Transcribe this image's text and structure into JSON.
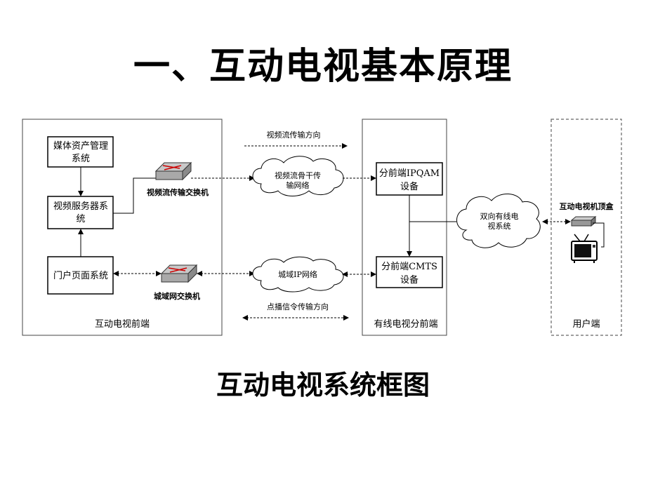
{
  "title": "一、互动电视基本原理",
  "caption": "互动电视系统框图",
  "frontend": {
    "label": "互动电视前端",
    "media_asset_line1": "媒体资产管理",
    "media_asset_line2": "系统",
    "video_server_line1": "视频服务器系",
    "video_server_line2": "统",
    "portal": "门户页面系统",
    "video_switch": "视频流传输交换机",
    "man_switch": "城域网交换机"
  },
  "network": {
    "video_direction": "视频流传输方向",
    "backbone_line1": "视频流骨干传",
    "backbone_line2": "输网络",
    "man_ip": "城域IP网络",
    "vod_direction": "点播信令传输方向"
  },
  "hub": {
    "label": "有线电视分前端",
    "ipqam_line1": "分前端IPQAM",
    "ipqam_line2": "设备",
    "cmts_line1": "分前端CMTS",
    "cmts_line2": "设备"
  },
  "cable": {
    "line1": "双向有线电",
    "line2": "视系统"
  },
  "user": {
    "label": "用户端",
    "stb": "互动电视机顶盒"
  }
}
